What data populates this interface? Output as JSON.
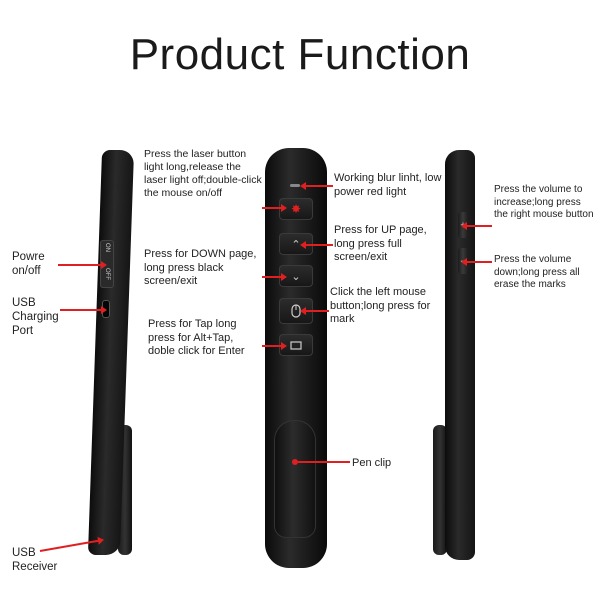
{
  "title": "Product Function",
  "labels": {
    "laser": "Press the laser button light long,release the laser light off;double-click the mouse on/off",
    "power": "Powre on/off",
    "usb_port": "USB Charging Port",
    "usb_receiver": "USB Receiver",
    "down": "Press for DOWN page, long press black screen/exit",
    "tab": "Press for Tap long press for Alt+Tap, doble click for Enter",
    "working_light": "Working blur linht, low power red light",
    "up": "Press for UP page, long press full screen/exit",
    "left_mouse": "Click the left mouse button;long press for mark",
    "pen_clip": "Pen clip",
    "volume_up": "Press the volume to increase;long press the right mouse button",
    "volume_down": "Press the volume down;long press all erase the marks"
  },
  "device": {
    "switch_on": "ON",
    "switch_off": "OFF",
    "icons": {
      "laser": "laser-icon",
      "up": "chevron-up-icon",
      "down": "chevron-down-icon",
      "mouse": "mouse-icon",
      "tab": "window-icon",
      "vol_plus": "plus-icon",
      "vol_minus": "minus-icon"
    }
  },
  "colors": {
    "accent": "#e02020",
    "device": "#1a1a1a"
  }
}
